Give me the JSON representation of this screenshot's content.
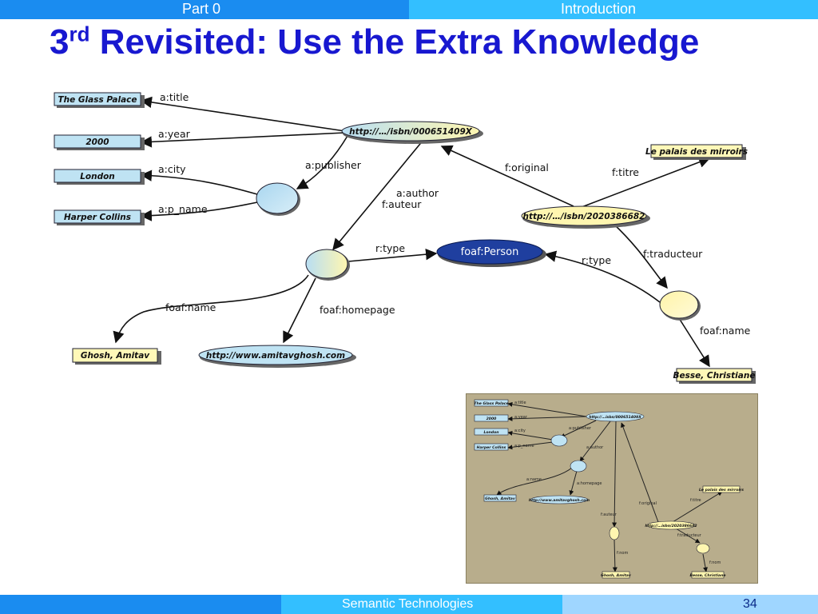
{
  "header": {
    "section_left": "Part 0",
    "section_right": "Introduction"
  },
  "title": {
    "prefix": "3",
    "sup": "rd",
    "rest": " Revisited: Use the Extra Knowledge"
  },
  "nodes": {
    "glass_palace": "The Glass Palace",
    "year_2000": "2000",
    "london": "London",
    "harper": "Harper Collins",
    "isbn1": "http://…/isbn/000651409X",
    "isbn2": "http://…/isbn/2020386682",
    "palais": "Le palais des mirroirs",
    "person": "foaf:Person",
    "ghosh": "Ghosh, Amitav",
    "homepage": "http://www.amitavghosh.com",
    "besse": "Besse, Christiane"
  },
  "edges": {
    "title": "a:title",
    "year": "a:year",
    "city": "a:city",
    "p_name": "a:p_name",
    "publisher": "a:publisher",
    "author": "a:author",
    "auteur": "f:auteur",
    "original": "f:original",
    "titre": "f:titre",
    "rtype1": "r:type",
    "rtype2": "r:type",
    "traducteur": "f:traducteur",
    "foafname1": "foaf:name",
    "foafhome": "foaf:homepage",
    "foafname2": "foaf:name"
  },
  "thumbnail": {
    "n_glass": "The Glass Palace",
    "n_2000": "2000",
    "n_london": "London",
    "n_harper": "Harper Collins",
    "n_isbn1": "http://…isbn/000651409X",
    "n_isbn2": "http://…isbn/2020386682",
    "n_palais": "Le palais des mirroirs",
    "n_ghosh": "Ghosh, Amitav",
    "n_home": "http://www.amitavghosh.com",
    "n_besse": "Besse, Christiane",
    "e_title": "a:title",
    "e_year": "a:year",
    "e_city": "a:city",
    "e_pname": "a:p_name",
    "e_publisher": "a:publisher",
    "e_author": "a:author",
    "e_name": "a:name",
    "e_homepage": "a:homepage",
    "e_auteur": "f:auteur",
    "e_original": "f:original",
    "e_titre": "f:titre",
    "e_traducteur": "f:traducteur",
    "e_nom1": "f:nom",
    "e_nom2": "f:nom"
  },
  "footer": {
    "center": "Semantic Technologies",
    "page": "34"
  },
  "colors": {
    "accent_blue": "#1818d0",
    "bar_blue": "#1a8cf0",
    "bar_light": "#33bfff",
    "person_node": "#1f3f9f"
  }
}
